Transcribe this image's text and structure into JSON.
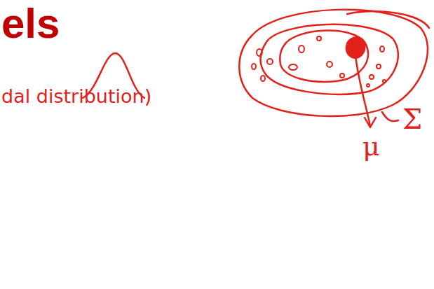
{
  "diagram": {
    "labels": [
      "els",
      "dal distribution)",
      "Σ",
      "μ"
    ]
  }
}
